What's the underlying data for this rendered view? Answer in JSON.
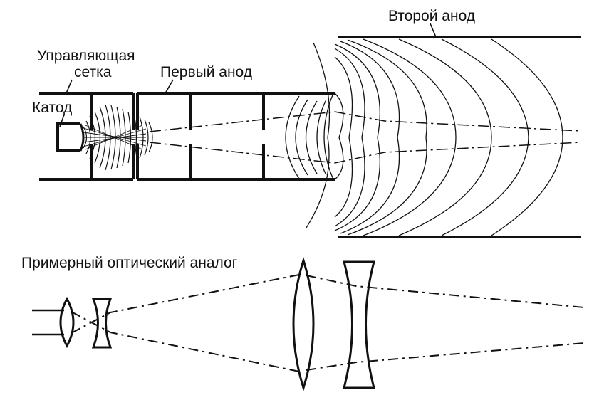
{
  "labels": {
    "second_anode": "Второй анод",
    "control_grid_line1": "Управляющая",
    "control_grid_line2": "сетка",
    "first_anode": "Первый анод",
    "cathode": "Катод",
    "optical_analog": "Примерный оптический аналог"
  },
  "colors": {
    "ink": "#111111",
    "background": "#ffffff"
  }
}
